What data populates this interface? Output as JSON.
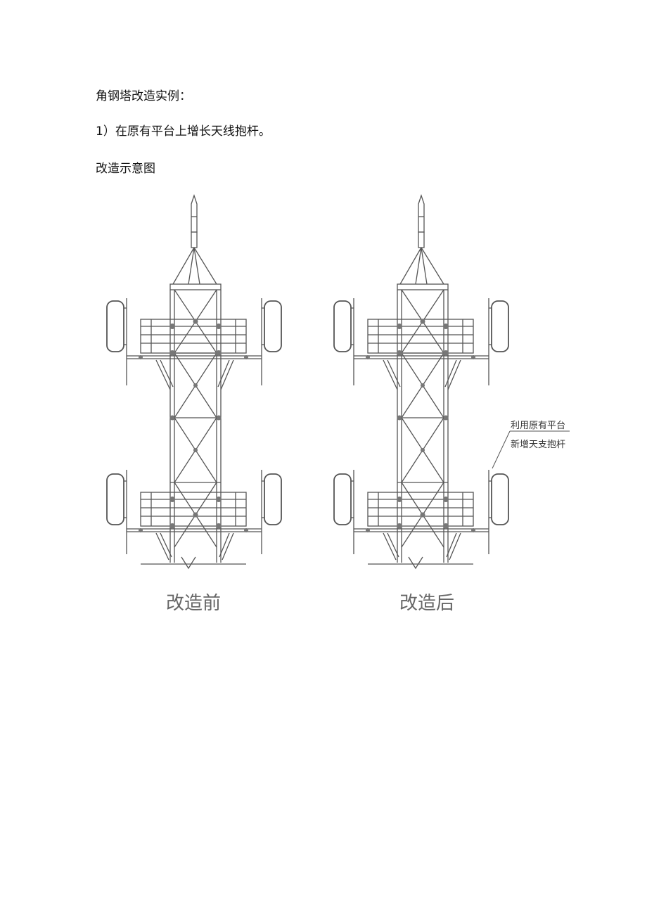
{
  "doc": {
    "heading": "角钢塔改造实例：",
    "item1_number": "1）",
    "item1_text": "在原有平台上增长天线抱杆。",
    "figure_title": "改造示意图"
  },
  "figure": {
    "before_caption": "改造前",
    "after_caption": "改造后",
    "annotation_line1": "利用原有平台",
    "annotation_line2": "新增天支抱杆"
  }
}
